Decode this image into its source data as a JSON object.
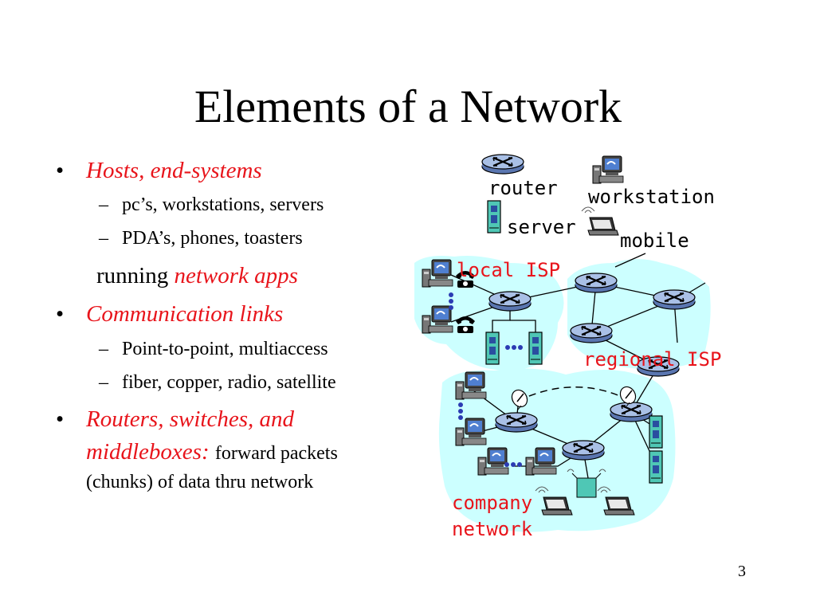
{
  "slide": {
    "title": "Elements of a Network",
    "page_number": "3"
  },
  "bullets": {
    "b1_head": "Hosts, end-systems",
    "b1_sub1": "pc’s, workstations, servers",
    "b1_sub2": "PDA’s, phones, toasters",
    "b1_run_plain": "running",
    "b1_run_red": "network apps",
    "b2_head": "Communication links",
    "b2_sub1": "Point-to-point, multiaccess",
    "b2_sub2": "fiber, copper, radio, satellite",
    "b3_head_line1": "Routers, switches, and",
    "b3_head_line2": "middleboxes:",
    "b3_tail_line2": "forward packets",
    "b3_line3": "(chunks) of data thru network"
  },
  "legend": {
    "router": "router",
    "workstation": "workstation",
    "server": "server",
    "mobile": "mobile"
  },
  "regions": {
    "local_isp": "local ISP",
    "regional_isp": "regional ISP",
    "company_line1": "company",
    "company_line2": "network"
  },
  "colors": {
    "red": "#e8141b",
    "cloud": "#ccffff",
    "router_fill": "#8aa7d6",
    "server_fill": "#4fc7b5",
    "dots": "#2b3bb3"
  }
}
